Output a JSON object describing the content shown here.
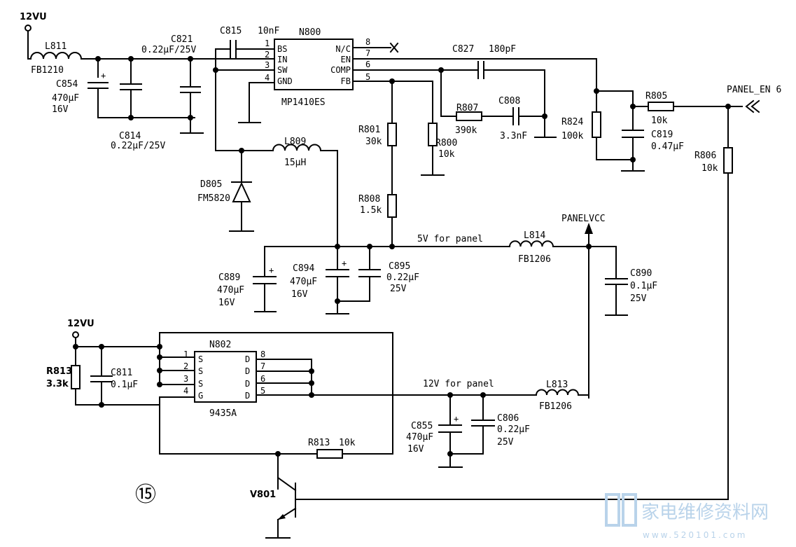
{
  "page_number": "⑮",
  "nets": {
    "vin_top": "12VU",
    "vin_bottom": "12VU",
    "v5_label": "5V for panel",
    "v12_label": "12V for panel",
    "panel_vcc": "PANELVCC",
    "panel_en": "PANEL_EN 6"
  },
  "ics": {
    "n800": {
      "ref": "N800",
      "part": "MP1410ES",
      "left_pins": [
        {
          "num": "1",
          "name": "BS"
        },
        {
          "num": "2",
          "name": "IN"
        },
        {
          "num": "3",
          "name": "SW"
        },
        {
          "num": "4",
          "name": "GND"
        }
      ],
      "right_pins": [
        {
          "num": "8",
          "name": "N/C"
        },
        {
          "num": "7",
          "name": "EN"
        },
        {
          "num": "6",
          "name": "COMP"
        },
        {
          "num": "5",
          "name": "FB"
        }
      ]
    },
    "n802": {
      "ref": "N802",
      "part": "9435A",
      "left_pins": [
        {
          "num": "1",
          "name": "S"
        },
        {
          "num": "2",
          "name": "S"
        },
        {
          "num": "3",
          "name": "S"
        },
        {
          "num": "4",
          "name": "G"
        }
      ],
      "right_pins": [
        {
          "num": "8",
          "name": "D"
        },
        {
          "num": "7",
          "name": "D"
        },
        {
          "num": "6",
          "name": "D"
        },
        {
          "num": "5",
          "name": "D"
        }
      ]
    }
  },
  "components": {
    "L811": {
      "ref": "L811",
      "value": "FB1210"
    },
    "C854": {
      "ref": "C854",
      "value": "470μF",
      "rating": "16V"
    },
    "C821": {
      "ref": "C821",
      "value": "0.22μF/25V"
    },
    "C814": {
      "ref": "C814",
      "value": "0.22μF/25V"
    },
    "C815": {
      "ref": "C815",
      "value": "10nF"
    },
    "C827": {
      "ref": "C827",
      "value": "180pF"
    },
    "R807": {
      "ref": "R807",
      "value": "390k"
    },
    "C808": {
      "ref": "C808",
      "value": "3.3nF"
    },
    "R824": {
      "ref": "R824",
      "value": "100k"
    },
    "R805": {
      "ref": "R805",
      "value": "10k"
    },
    "C819": {
      "ref": "C819",
      "value": "0.47μF"
    },
    "R806": {
      "ref": "R806",
      "value": "10k"
    },
    "L809": {
      "ref": "L809",
      "value": "15μH"
    },
    "D805": {
      "ref": "D805",
      "value": "FM5820"
    },
    "R801": {
      "ref": "R801",
      "value": "30k"
    },
    "R800": {
      "ref": "R800",
      "value": "10k"
    },
    "R808": {
      "ref": "R808",
      "value": "1.5k"
    },
    "C889": {
      "ref": "C889",
      "value": "470μF",
      "rating": "16V"
    },
    "C894": {
      "ref": "C894",
      "value": "470μF",
      "rating": "16V"
    },
    "C895": {
      "ref": "C895",
      "value": "0.22μF",
      "rating": "25V"
    },
    "L814": {
      "ref": "L814",
      "value": "FB1206"
    },
    "C890": {
      "ref": "C890",
      "value": "0.1μF",
      "rating": "25V"
    },
    "R813a": {
      "ref": "R813",
      "value": "3.3k"
    },
    "C811": {
      "ref": "C811",
      "value": "0.1μF"
    },
    "C855": {
      "ref": "C855",
      "value": "470μF",
      "rating": "16V"
    },
    "C806": {
      "ref": "C806",
      "value": "0.22μF",
      "rating": "25V"
    },
    "L813": {
      "ref": "L813",
      "value": "FB1206"
    },
    "R813b": {
      "ref": "R813",
      "value": "10k"
    },
    "V801": {
      "ref": "V801"
    }
  },
  "watermark": {
    "text": "家电维修资料网",
    "url": "www.520101.com"
  }
}
